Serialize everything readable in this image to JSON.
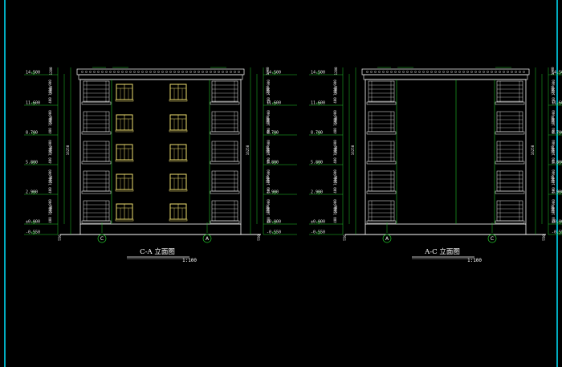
{
  "drawing": {
    "background": "#000000",
    "frame_color": "#00e5ff",
    "line_color": "#ffffff",
    "dim_color": "#22c52a",
    "window_color": "#f0e070"
  },
  "elevations": [
    {
      "id": "left",
      "title": "C-A 立面图",
      "scale": "1:100",
      "axis_left": "C",
      "axis_right": "A",
      "windows_front": true,
      "levels_left": [
        "14.500",
        "11.600",
        "8.700",
        "5.800",
        "2.900",
        "±0.000",
        "-0.550"
      ],
      "levels_right": [
        "14.500",
        "11.600",
        "8.700",
        "5.800",
        "2.900",
        "±0.000",
        "-0.550"
      ],
      "total_height": "16250",
      "base_dim": "550"
    },
    {
      "id": "right",
      "title": "A-C 立面图",
      "scale": "1:100",
      "axis_left": "A",
      "axis_right": "C",
      "windows_front": false,
      "levels_left": [
        "14.500",
        "11.600",
        "8.700",
        "5.800",
        "2.900",
        "±0.000",
        "-0.550"
      ],
      "levels_right": [
        "14.500",
        "11.600",
        "8.700",
        "5.800",
        "2.900",
        "±0.000",
        "-0.550"
      ],
      "total_height": "16250",
      "base_dim": "550"
    }
  ],
  "floor_dims": [
    "1200",
    "2900",
    "2900",
    "2900",
    "2900",
    "2900"
  ],
  "window_dims": [
    "900",
    "1600",
    "400"
  ]
}
